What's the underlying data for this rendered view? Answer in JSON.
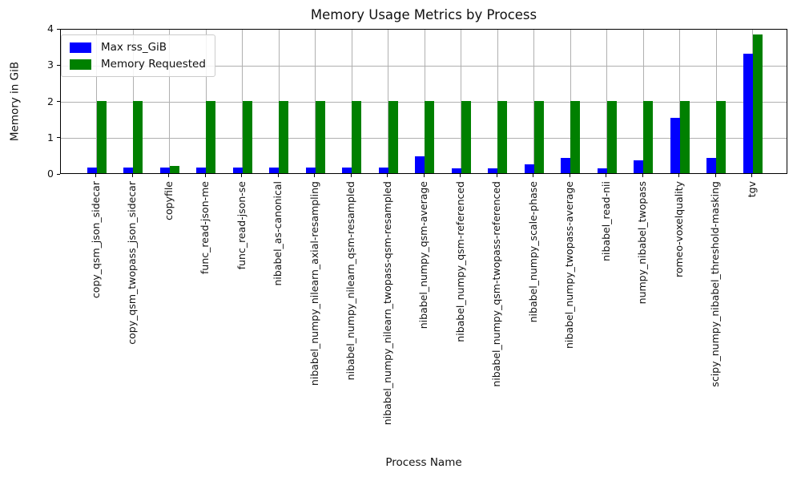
{
  "chart_data": {
    "type": "bar",
    "title": "Memory Usage Metrics by Process",
    "xlabel": "Process Name",
    "ylabel": "Memory in GiB",
    "ylim": [
      0,
      4
    ],
    "yticks": [
      0,
      1,
      2,
      3,
      4
    ],
    "grid": true,
    "legend_position": "upper left",
    "categories": [
      "copy_qsm_json_sidecar",
      "copy_qsm_twopass_json_sidecar",
      "copyfile",
      "func_read-json-me",
      "func_read-json-se",
      "nibabel_as-canonical",
      "nibabel_numpy_nilearn_axial-resampling",
      "nibabel_numpy_nilearn_qsm-resampled",
      "nibabel_numpy_nilearn_twopass-qsm-resampled",
      "nibabel_numpy_qsm-average",
      "nibabel_numpy_qsm-referenced",
      "nibabel_numpy_qsm-twopass-referenced",
      "nibabel_numpy_scale-phase",
      "nibabel_numpy_twopass-average",
      "nibabel_read-nii",
      "numpy_nibabel_twopass",
      "romeo-voxelquality",
      "scipy_numpy_nibabel_threshold-masking",
      "tgv"
    ],
    "series": [
      {
        "name": "Max rss_GiB",
        "color": "#0000ff",
        "values": [
          0.15,
          0.15,
          0.15,
          0.15,
          0.15,
          0.15,
          0.15,
          0.15,
          0.15,
          0.47,
          0.14,
          0.14,
          0.25,
          0.42,
          0.14,
          0.36,
          1.53,
          0.43,
          3.3
        ]
      },
      {
        "name": "Memory Requested",
        "color": "#008000",
        "values": [
          2.0,
          2.0,
          0.2,
          2.0,
          2.0,
          2.0,
          2.0,
          2.0,
          2.0,
          2.0,
          2.0,
          2.0,
          2.0,
          2.0,
          2.0,
          2.0,
          2.0,
          2.0,
          3.82
        ]
      }
    ],
    "colors": {
      "grid": "#b0b0b0",
      "axis": "#000000",
      "background": "#ffffff"
    }
  }
}
